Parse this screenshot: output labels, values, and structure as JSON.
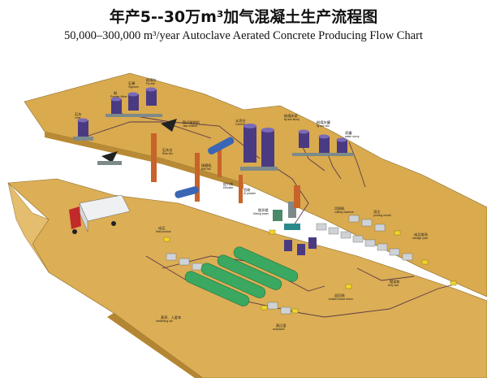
{
  "header": {
    "title_cn": "年产5--30万m³加气混凝土生产流程图",
    "title_en": "50,000–300,000 m³/year Autoclave Aerated Concrete Producing Flow Chart"
  },
  "labels": {
    "fly_ash": "粉煤灰",
    "fly_ash_en": "Fly ash",
    "gypsum": "石膏",
    "gypsum_en": "Gypsum",
    "powder_mixer": "粉",
    "powder_mixer_en": "Powder Mixer",
    "lime": "石灰",
    "lime_en": "Lime",
    "cement": "水泥仓",
    "cement_en": "Cement",
    "crusher": "颚式破碎机",
    "crusher_en": "Jaw crusher",
    "ball_mill": "球磨机",
    "ball_mill_en": "Ball mill",
    "fly_ash_silo": "粉煤灰浆",
    "fly_ash_silo_en": "fly ash slurry",
    "fly_ash_storage": "粉煤灰罐",
    "fly_ash_storage_en": "fly ash silo",
    "water_slurry": "浆罐",
    "water_slurry_en": "water slurry",
    "al_powder": "铝粉",
    "al_powder_en": "Al powder",
    "elevator": "提升机",
    "elevator_en": "Elevator",
    "raw_silo": "石灰仓",
    "raw_silo_en": "Raw silo",
    "mixing_tower": "搅拌楼",
    "mixing_tower_en": "Mixing tower",
    "pouring": "浇注",
    "pouring_en": "pouring mould",
    "cutting": "切割机",
    "cutting_en": "cutting machine",
    "ferry": "摆渡车",
    "ferry_en": "ferry cart",
    "autoclave": "蒸压釜",
    "autoclave_en": "autoclave",
    "finished": "成品",
    "finished_en": "final product",
    "hardening": "蒸养、入釜车",
    "hardening_en": "hardening car",
    "return_line": "返回线",
    "return_line_en": "bottom board return",
    "storage": "成品堆场",
    "storage_en": "storage yard"
  }
}
